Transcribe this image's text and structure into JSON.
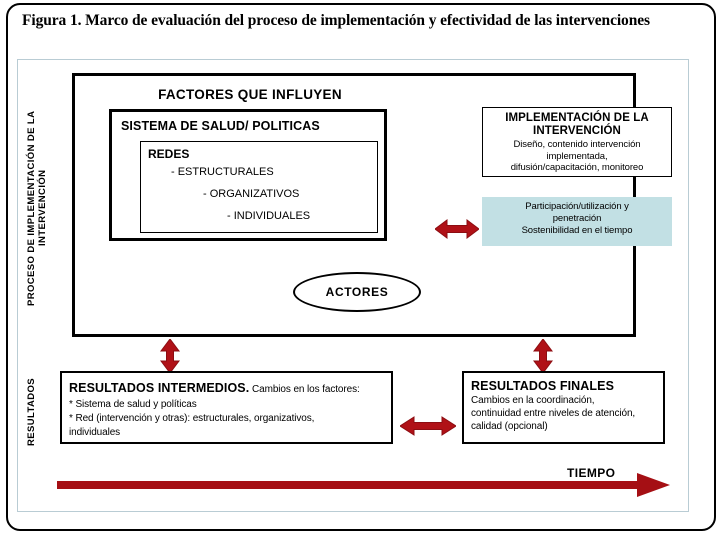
{
  "figure": {
    "title": "Figura 1. Marco de evaluación del proceso de implementación y efectividad de las intervenciones"
  },
  "axis_labels": {
    "process": "PROCESO DE IMPLEMENTACIÓN DE LA INTERVENCIÓN",
    "results": "RESULTADOS"
  },
  "top_section": {
    "factores_title": "FACTORES QUE INFLUYEN",
    "sistema": {
      "title": "SISTEMA DE SALUD/ POLITICAS",
      "redes": {
        "title": "REDES",
        "items": [
          "- ESTRUCTURALES",
          "- ORGANIZATIVOS",
          "- INDIVIDUALES"
        ]
      }
    },
    "implementacion": {
      "title_line1": "IMPLEMENTACIÓN DE LA",
      "title_line2": "INTERVENCIÓN",
      "desc_line1": "Diseño, contenido intervención",
      "desc_line2": "implementada,",
      "desc_line3": "difusión/capacitación, monitoreo"
    },
    "participacion": {
      "line1": "Participación/utilización y",
      "line2": "penetración",
      "line3": "Sostenibilidad en el tiempo",
      "fill_color": "#c2e0e4"
    },
    "actores": "ACTORES"
  },
  "bottom_section": {
    "intermedios": {
      "heading": "RESULTADOS INTERMEDIOS.",
      "subheading": " Cambios en los factores:",
      "line1": "* Sistema de salud y políticas",
      "line2": "* Red (intervención y otras): estructurales, organizativos,",
      "line3": "individuales"
    },
    "finales": {
      "heading": "RESULTADOS FINALES",
      "desc_line1": "Cambios en la coordinación,",
      "desc_line2": "continuidad entre niveles de atención,",
      "desc_line3": "calidad (opcional)"
    }
  },
  "timeline": {
    "label": "TIEMPO",
    "arrow_color": "#a50f14"
  },
  "colors": {
    "arrow_red": "#b01117",
    "arrow_red_dark": "#8c0d12",
    "teal_fill": "#c2e0e4",
    "frame_blue": "#b9ccd4",
    "black": "#000000"
  },
  "icons": {
    "arrow_horizontal_double": "double-arrow-horizontal-icon",
    "arrow_vertical_double": "double-arrow-vertical-icon",
    "arrow_right": "arrow-right-icon"
  }
}
